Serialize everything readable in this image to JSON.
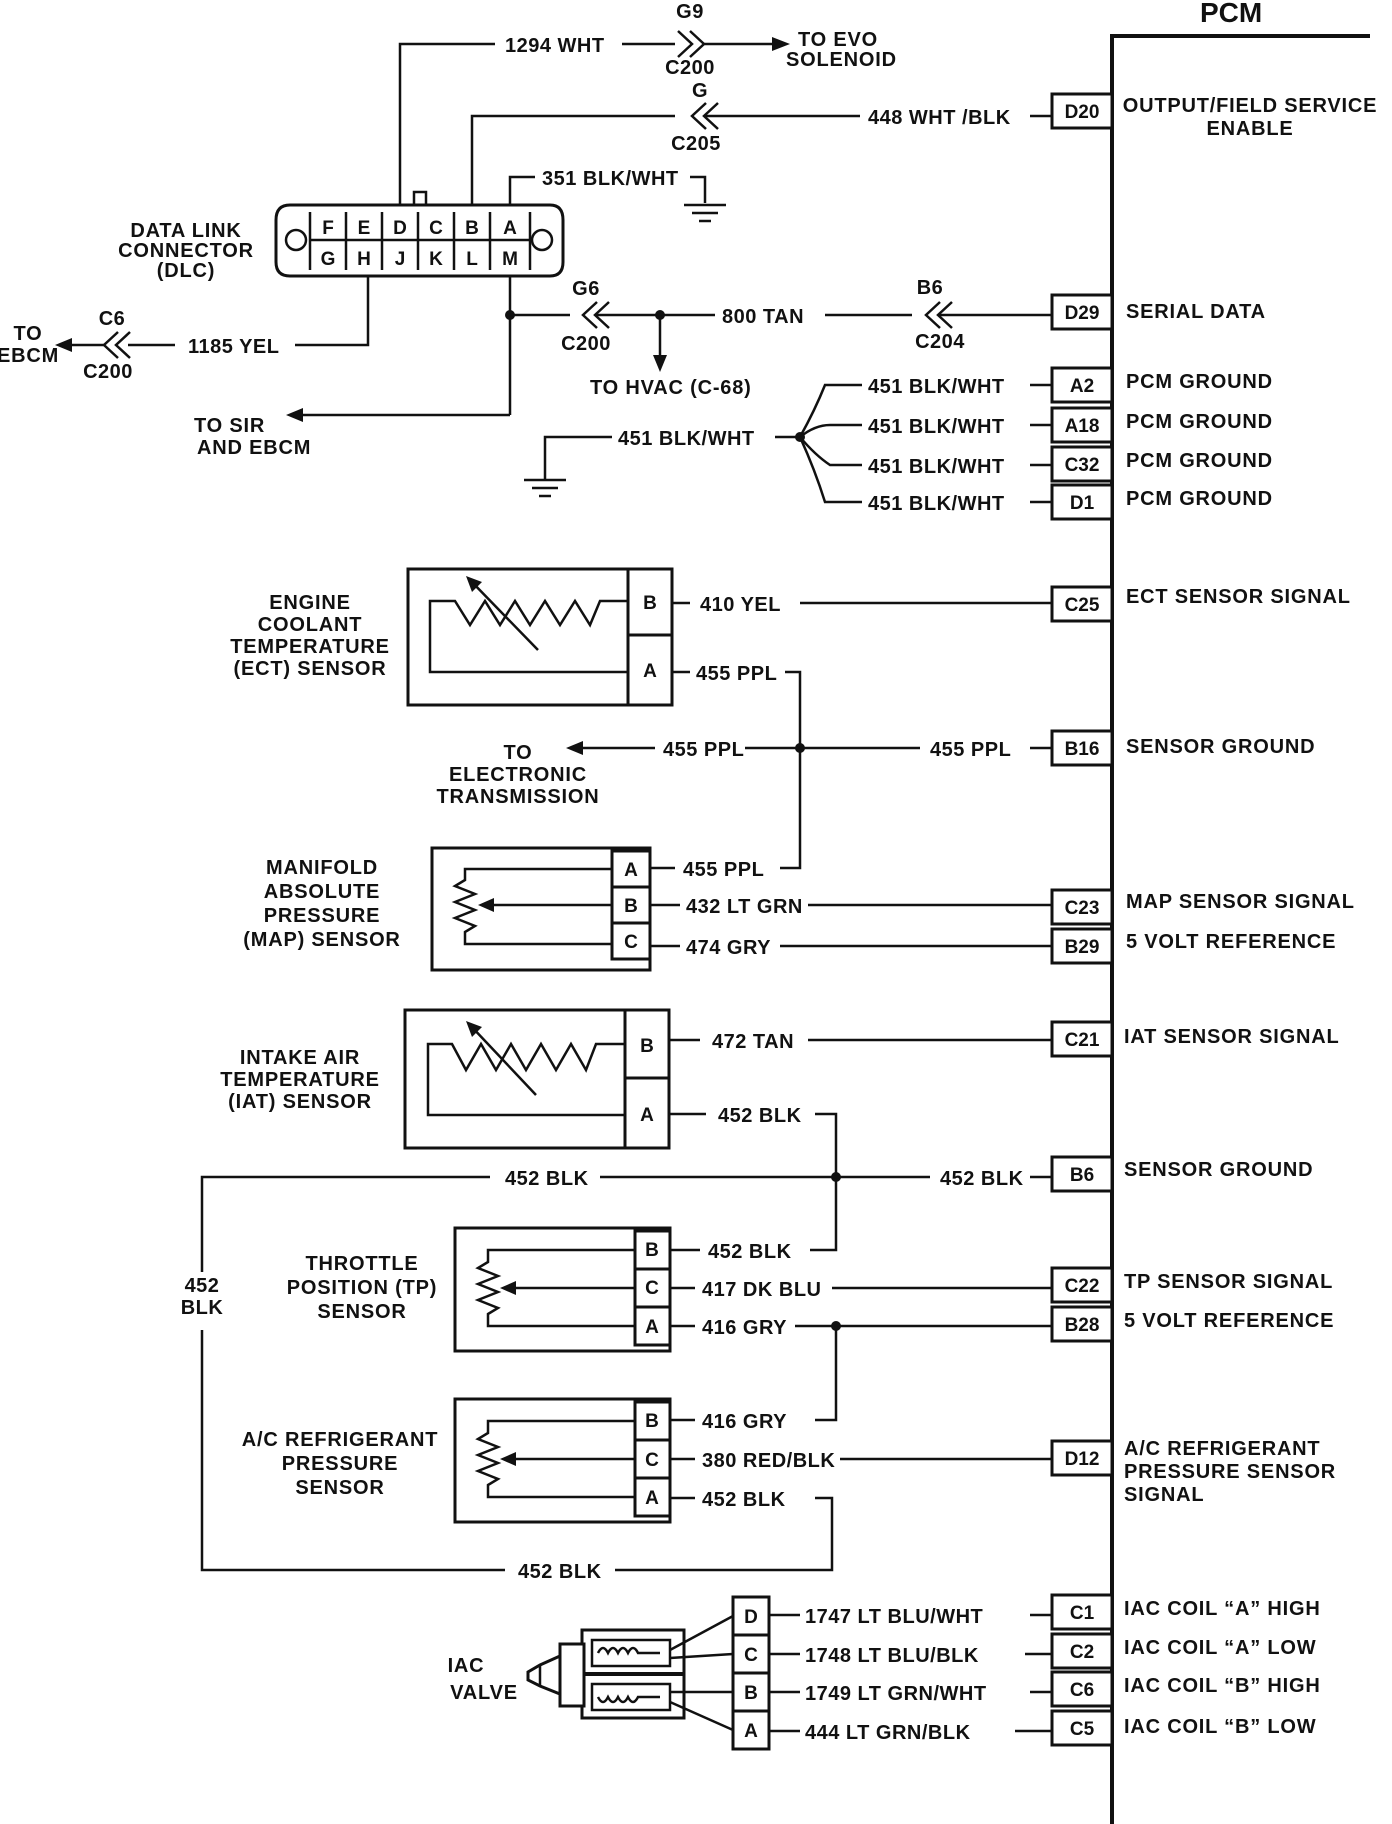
{
  "pcm": {
    "title": "PCM",
    "pins": [
      {
        "pin": "D20",
        "signal_lines": [
          "OUTPUT/FIELD SERVICE",
          "ENABLE"
        ]
      },
      {
        "pin": "D29",
        "signal_lines": [
          "SERIAL DATA"
        ]
      },
      {
        "pin": "A2",
        "signal_lines": [
          "PCM GROUND"
        ]
      },
      {
        "pin": "A18",
        "signal_lines": [
          "PCM GROUND"
        ]
      },
      {
        "pin": "C32",
        "signal_lines": [
          "PCM GROUND"
        ]
      },
      {
        "pin": "D1",
        "signal_lines": [
          "PCM GROUND"
        ]
      },
      {
        "pin": "C25",
        "signal_lines": [
          "ECT SENSOR SIGNAL"
        ]
      },
      {
        "pin": "B16",
        "signal_lines": [
          "SENSOR GROUND"
        ]
      },
      {
        "pin": "C23",
        "signal_lines": [
          "MAP SENSOR SIGNAL"
        ]
      },
      {
        "pin": "B29",
        "signal_lines": [
          "5 VOLT REFERENCE"
        ]
      },
      {
        "pin": "C21",
        "signal_lines": [
          "IAT SENSOR SIGNAL"
        ]
      },
      {
        "pin": "B6",
        "signal_lines": [
          "SENSOR GROUND"
        ]
      },
      {
        "pin": "C22",
        "signal_lines": [
          "TP SENSOR SIGNAL"
        ]
      },
      {
        "pin": "B28",
        "signal_lines": [
          "5 VOLT REFERENCE"
        ]
      },
      {
        "pin": "D12",
        "signal_lines": [
          "A/C REFRIGERANT",
          "PRESSURE SENSOR",
          "SIGNAL"
        ]
      },
      {
        "pin": "C1",
        "signal_lines": [
          "IAC COIL “A” HIGH"
        ]
      },
      {
        "pin": "C2",
        "signal_lines": [
          "IAC COIL “A” LOW"
        ]
      },
      {
        "pin": "C6",
        "signal_lines": [
          "IAC COIL “B” HIGH"
        ]
      },
      {
        "pin": "C5",
        "signal_lines": [
          "IAC COIL “B” LOW"
        ]
      }
    ]
  },
  "dlc": {
    "label_lines": [
      "DATA LINK",
      "CONNECTOR",
      "(DLC)"
    ],
    "top_pins": [
      "F",
      "E",
      "D",
      "C",
      "B",
      "A"
    ],
    "bottom_pins": [
      "G",
      "H",
      "J",
      "K",
      "L",
      "M"
    ]
  },
  "wires": {
    "w1294": "1294 WHT",
    "w448": "448 WHT /BLK",
    "w351": "351 BLK/WHT",
    "w800": "800 TAN",
    "w1185": "1185 YEL",
    "gnd_main": "451 BLK/WHT",
    "gnd_branches": [
      "451 BLK/WHT",
      "451 BLK/WHT",
      "451 BLK/WHT",
      "451 BLK/WHT"
    ],
    "w410": "410 YEL",
    "w455_ect": "455 PPL",
    "w455_trans": "455 PPL",
    "w455_pcm": "455 PPL",
    "w455_map": "455 PPL",
    "w432": "432 LT GRN",
    "w474": "474 GRY",
    "w472": "472 TAN",
    "w452_iat": "452 BLK",
    "w452_left": "452 BLK",
    "w452_pcm": "452 BLK",
    "w452_vert": [
      "452",
      "BLK"
    ],
    "w452_tp": "452 BLK",
    "w417": "417 DK BLU",
    "w416_tp": "416 GRY",
    "w416_ac": "416 GRY",
    "w380": "380 RED/BLK",
    "w452_ac": "452 BLK",
    "w452_bottom": "452 BLK",
    "w1747": "1747 LT BLU/WHT",
    "w1748": "1748 LT BLU/BLK",
    "w1749": "1749 LT GRN/WHT",
    "w444": "444 LT GRN/BLK"
  },
  "connectors": {
    "g9": "G9",
    "c200_evo": "C200",
    "g": "G",
    "c205": "C205",
    "g6": "G6",
    "c200_g6": "C200",
    "b6": "B6",
    "c204": "C204",
    "c6": "C6",
    "c200_ebcm": "C200"
  },
  "destinations": {
    "evo": [
      "TO EVO",
      "SOLENOID"
    ],
    "hvac": "TO HVAC (C-68)",
    "ebcm": [
      "TO",
      "EBCM"
    ],
    "sir": [
      "TO SIR",
      "AND EBCM"
    ],
    "trans": [
      "TO",
      "ELECTRONIC",
      "TRANSMISSION"
    ]
  },
  "sensors": {
    "ect": {
      "label_lines": [
        "ENGINE",
        "COOLANT",
        "TEMPERATURE",
        "(ECT) SENSOR"
      ],
      "pins": [
        "B",
        "A"
      ]
    },
    "map": {
      "label_lines": [
        "MANIFOLD",
        "ABSOLUTE",
        "PRESSURE",
        "(MAP) SENSOR"
      ],
      "pins": [
        "A",
        "B",
        "C"
      ]
    },
    "iat": {
      "label_lines": [
        "INTAKE AIR",
        "TEMPERATURE",
        "(IAT) SENSOR"
      ],
      "pins": [
        "B",
        "A"
      ]
    },
    "tp": {
      "label_lines": [
        "THROTTLE",
        "POSITION (TP)",
        "SENSOR"
      ],
      "pins": [
        "B",
        "C",
        "A"
      ]
    },
    "ac": {
      "label_lines": [
        "A/C REFRIGERANT",
        "PRESSURE",
        "SENSOR"
      ],
      "pins": [
        "B",
        "C",
        "A"
      ]
    },
    "iac": {
      "label_lines": [
        "IAC",
        "VALVE"
      ],
      "pins": [
        "D",
        "C",
        "B",
        "A"
      ]
    }
  }
}
